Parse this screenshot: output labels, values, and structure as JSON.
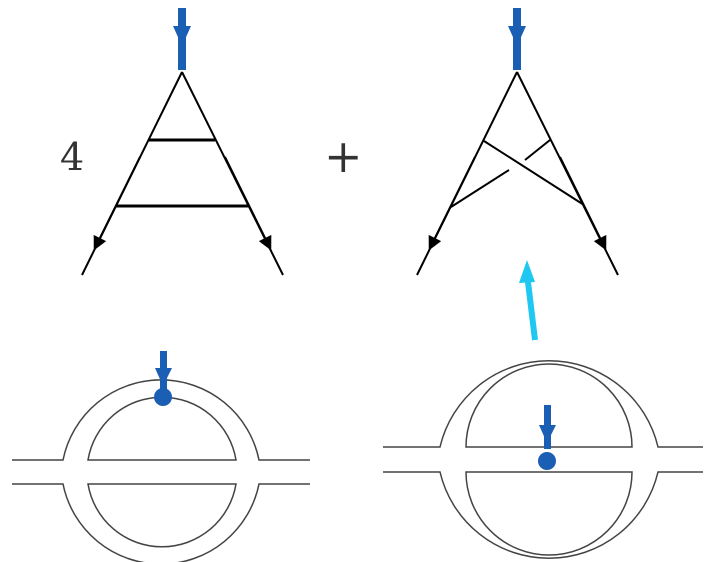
{
  "equation": {
    "coefficient": "4",
    "operator": "+"
  },
  "colors": {
    "vertex_arrow": "#1a5fb4",
    "pointer_arrow": "#1ec8f0",
    "line": "#000000",
    "band": "#444444",
    "background": "#ffffff"
  },
  "icons": [
    "vertex-insertion-arrow",
    "vertex-dot",
    "pointer-arrow",
    "fermion-arrowhead"
  ]
}
